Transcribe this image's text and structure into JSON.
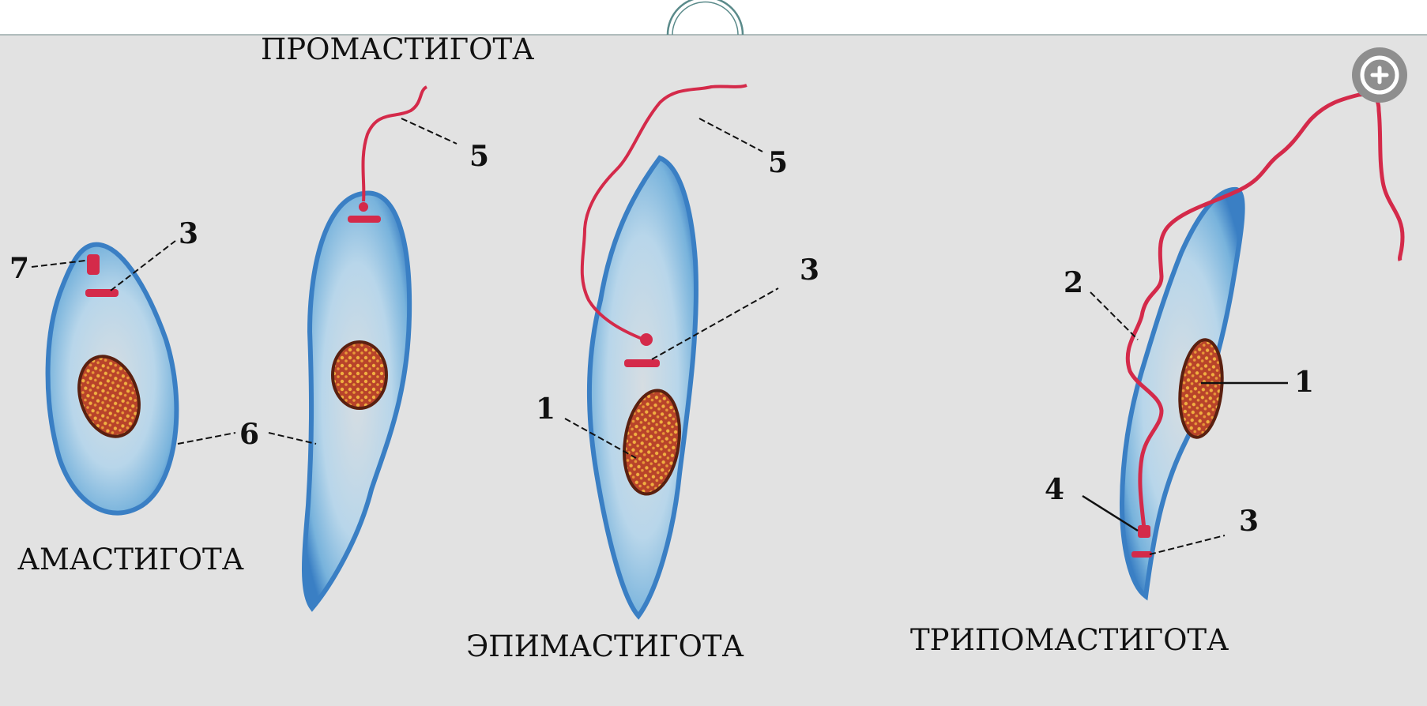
{
  "stages": {
    "promastigota": "ПРОМАСТИГОТА",
    "amastigota": "АМАСТИГОТА",
    "epimastigota": "ЭПИМАСТИГОТА",
    "tripomastigota": "ТРИПОМАСТИГОТА"
  },
  "labels": {
    "n7": "7",
    "n3_amast": "3",
    "n6": "6",
    "n5_promast": "5",
    "n5_epi": "5",
    "n3_epi": "3",
    "n1_epi": "1",
    "n2_tri": "2",
    "n1_tri": "1",
    "n4_tri": "4",
    "n3_tri": "3"
  },
  "controls": {
    "expand_icon": "expand-icon"
  },
  "colors": {
    "background": "#e2e2e2",
    "cell_outline": "#3a7fc4",
    "cell_fill": "#9ecbe6",
    "flagellum": "#d42a4a",
    "nucleus": "#b5482a"
  }
}
